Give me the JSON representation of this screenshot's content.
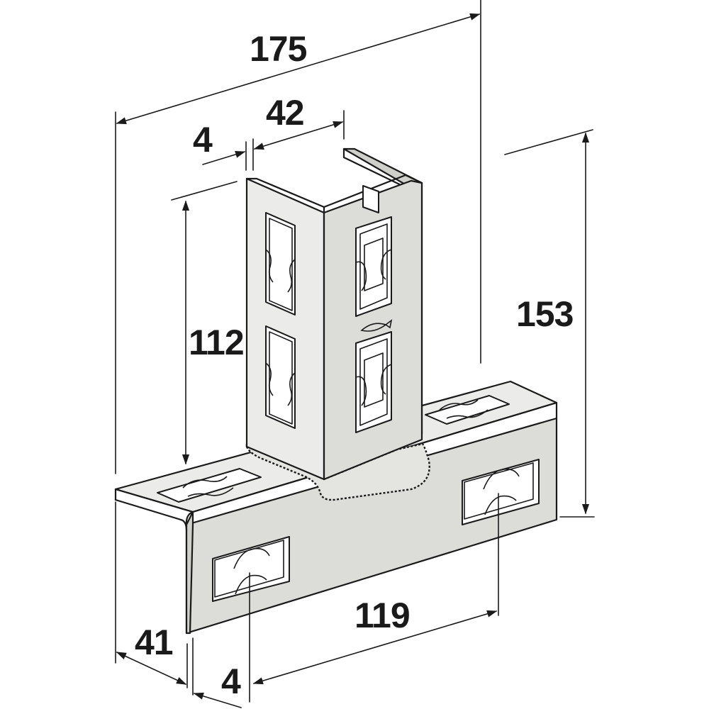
{
  "dimensions": {
    "overall_width": "175",
    "overall_height": "153",
    "post_width": "42",
    "post_thickness": "4",
    "post_height": "112",
    "base_depth": "41",
    "hole_spacing": "119",
    "base_thickness": "4"
  },
  "colors": {
    "line": "#1a1a1a",
    "face_light": "#ebebe9",
    "face_mid": "#dcdcd9",
    "face_dark": "#cfcfcc"
  }
}
